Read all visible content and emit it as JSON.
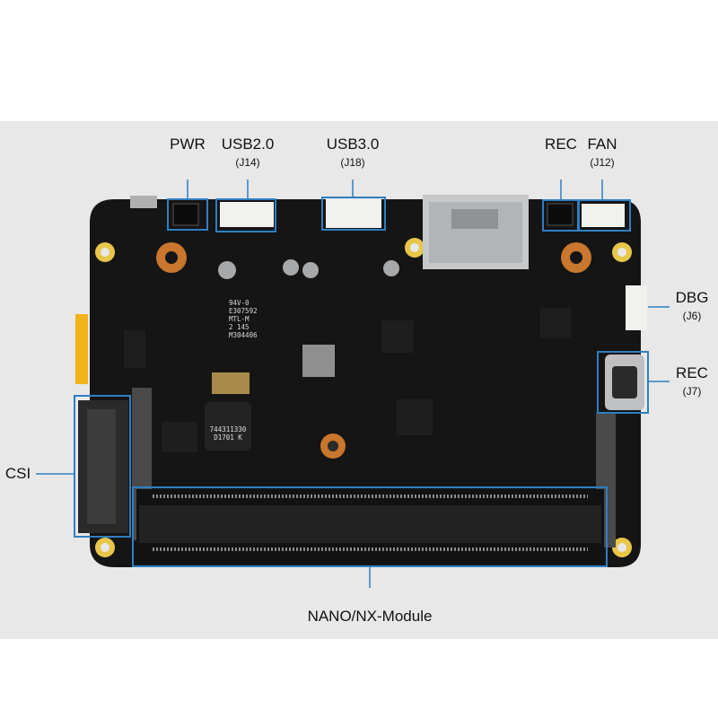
{
  "labels": {
    "pwr": "PWR",
    "usb2": "USB2.0",
    "usb2_ref": "(J14)",
    "usb3": "USB3.0",
    "usb3_ref": "(J18)",
    "rec_top": "REC",
    "fan": "FAN",
    "fan_ref": "(J12)",
    "dbg": "DBG",
    "dbg_ref": "(J6)",
    "rec_side": "REC",
    "rec_side_ref": "(J7)",
    "csi": "CSI",
    "module": "NANO/NX-Module"
  },
  "chip_marks": {
    "we_chip_line1": "744311330",
    "we_chip_line2": "D1701 K",
    "board_text1": "94V-0",
    "board_text2": "E307592",
    "board_text3": "MTL-M",
    "board_text4": "2 145",
    "board_text5": "M304406"
  },
  "colors": {
    "background_band": "#e8e8e8",
    "pcb": "#151515",
    "highlight_box": "#2f7fc1",
    "mount_hole": "#e7c64a",
    "copper_pad": "#c9762e",
    "connector_white": "#f1f1ee"
  }
}
